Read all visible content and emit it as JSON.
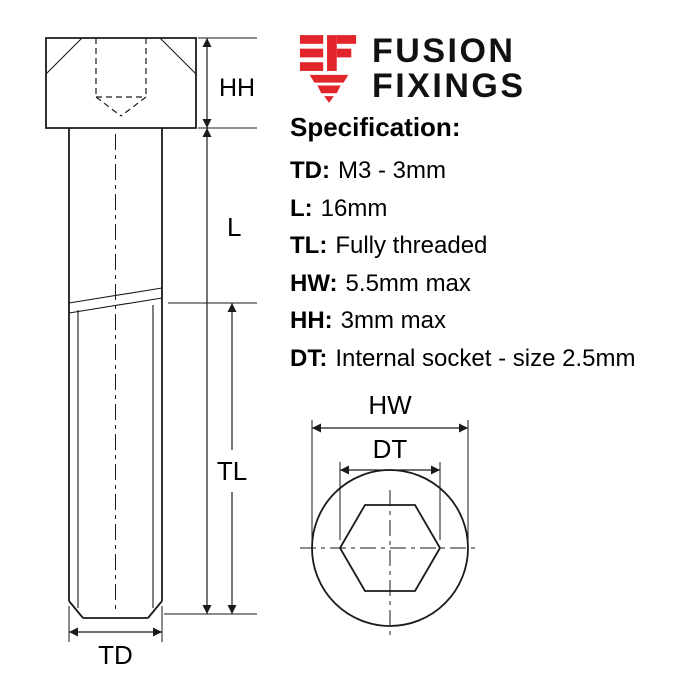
{
  "logo": {
    "line1": "FUSION",
    "line2": "FIXINGS"
  },
  "spec": {
    "title": "Specification:",
    "items": [
      {
        "label": "TD:",
        "value": "M3 - 3mm"
      },
      {
        "label": "L:",
        "value": "16mm"
      },
      {
        "label": "TL:",
        "value": "Fully threaded"
      },
      {
        "label": "HW:",
        "value": "5.5mm max"
      },
      {
        "label": "HH:",
        "value": "3mm max"
      },
      {
        "label": "DT:",
        "value": "Internal socket - size 2.5mm"
      }
    ]
  },
  "diagram": {
    "hh": "HH",
    "l": "L",
    "tl": "TL",
    "td": "TD",
    "hw": "HW",
    "dt": "DT"
  },
  "colors": {
    "brand_red": "#e2242b",
    "line": "#1a1a1a",
    "text": "#000000",
    "background": "#ffffff"
  }
}
